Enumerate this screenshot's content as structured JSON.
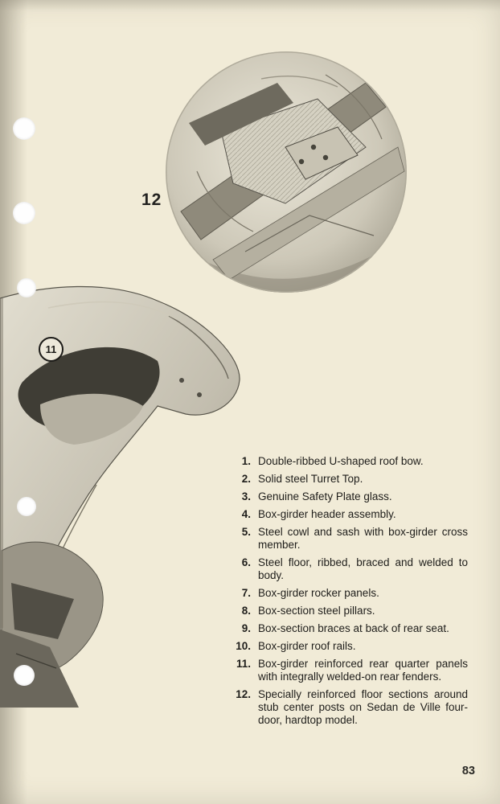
{
  "page": {
    "number": "83"
  },
  "colors": {
    "paper": "#f1ebd7",
    "ink": "#1f1e1b"
  },
  "figures": {
    "floor_structure_label": "12",
    "body_shell_label": "11"
  },
  "features": [
    {
      "num": "1.",
      "text": "Double-ribbed U-shaped roof bow."
    },
    {
      "num": "2.",
      "text": "Solid steel Turret Top."
    },
    {
      "num": "3.",
      "text": "Genuine Safety Plate glass."
    },
    {
      "num": "4.",
      "text": "Box-girder header assembly."
    },
    {
      "num": "5.",
      "text": "Steel cowl and sash with box-girder cross member."
    },
    {
      "num": "6.",
      "text": "Steel floor, ribbed, braced and welded to body."
    },
    {
      "num": "7.",
      "text": "Box-girder rocker panels."
    },
    {
      "num": "8.",
      "text": "Box-section steel pillars."
    },
    {
      "num": "9.",
      "text": "Box-section braces at back of rear seat."
    },
    {
      "num": "10.",
      "text": "Box-girder roof rails."
    },
    {
      "num": "11.",
      "text": "Box-girder reinforced rear quarter panels with integrally welded-on rear fenders."
    },
    {
      "num": "12.",
      "text": "Specially reinforced floor sections around stub center posts on Sedan de Ville four-door, hardtop model."
    }
  ]
}
